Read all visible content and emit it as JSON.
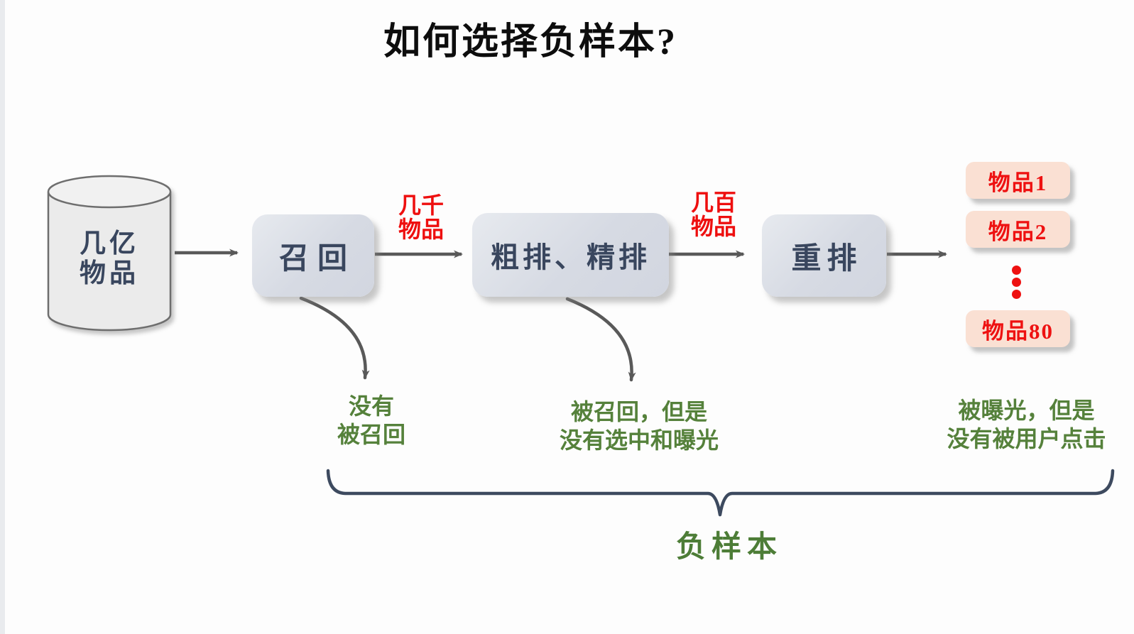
{
  "title": "如何选择负样本?",
  "colors": {
    "stage_box_fill": "#d7dbe3",
    "stage_text": "#39465e",
    "item_card_fill": "#fae0d3",
    "item_text": "#ee1111",
    "flow_label_red": "#ee0f0f",
    "annotation_green": "#55813b",
    "arrow_gray": "#595959",
    "brace_navy": "#3d4a5f"
  },
  "source_cylinder": {
    "label": "几亿\n物品"
  },
  "stages": [
    {
      "label": "召回"
    },
    {
      "label": "粗排、精排"
    },
    {
      "label": "重排"
    }
  ],
  "flow_labels": [
    {
      "text": "几千\n物品"
    },
    {
      "text": "几百\n物品"
    }
  ],
  "results": {
    "items": [
      {
        "label": "物品1"
      },
      {
        "label": "物品2"
      },
      {
        "label": "物品80"
      }
    ],
    "ellipsis_dots": 3
  },
  "annotations": [
    {
      "text": "没有\n被召回"
    },
    {
      "text": "被召回，但是\n没有选中和曝光"
    },
    {
      "text": "被曝光，但是\n没有被用户点击"
    }
  ],
  "brace_label": "负样本"
}
